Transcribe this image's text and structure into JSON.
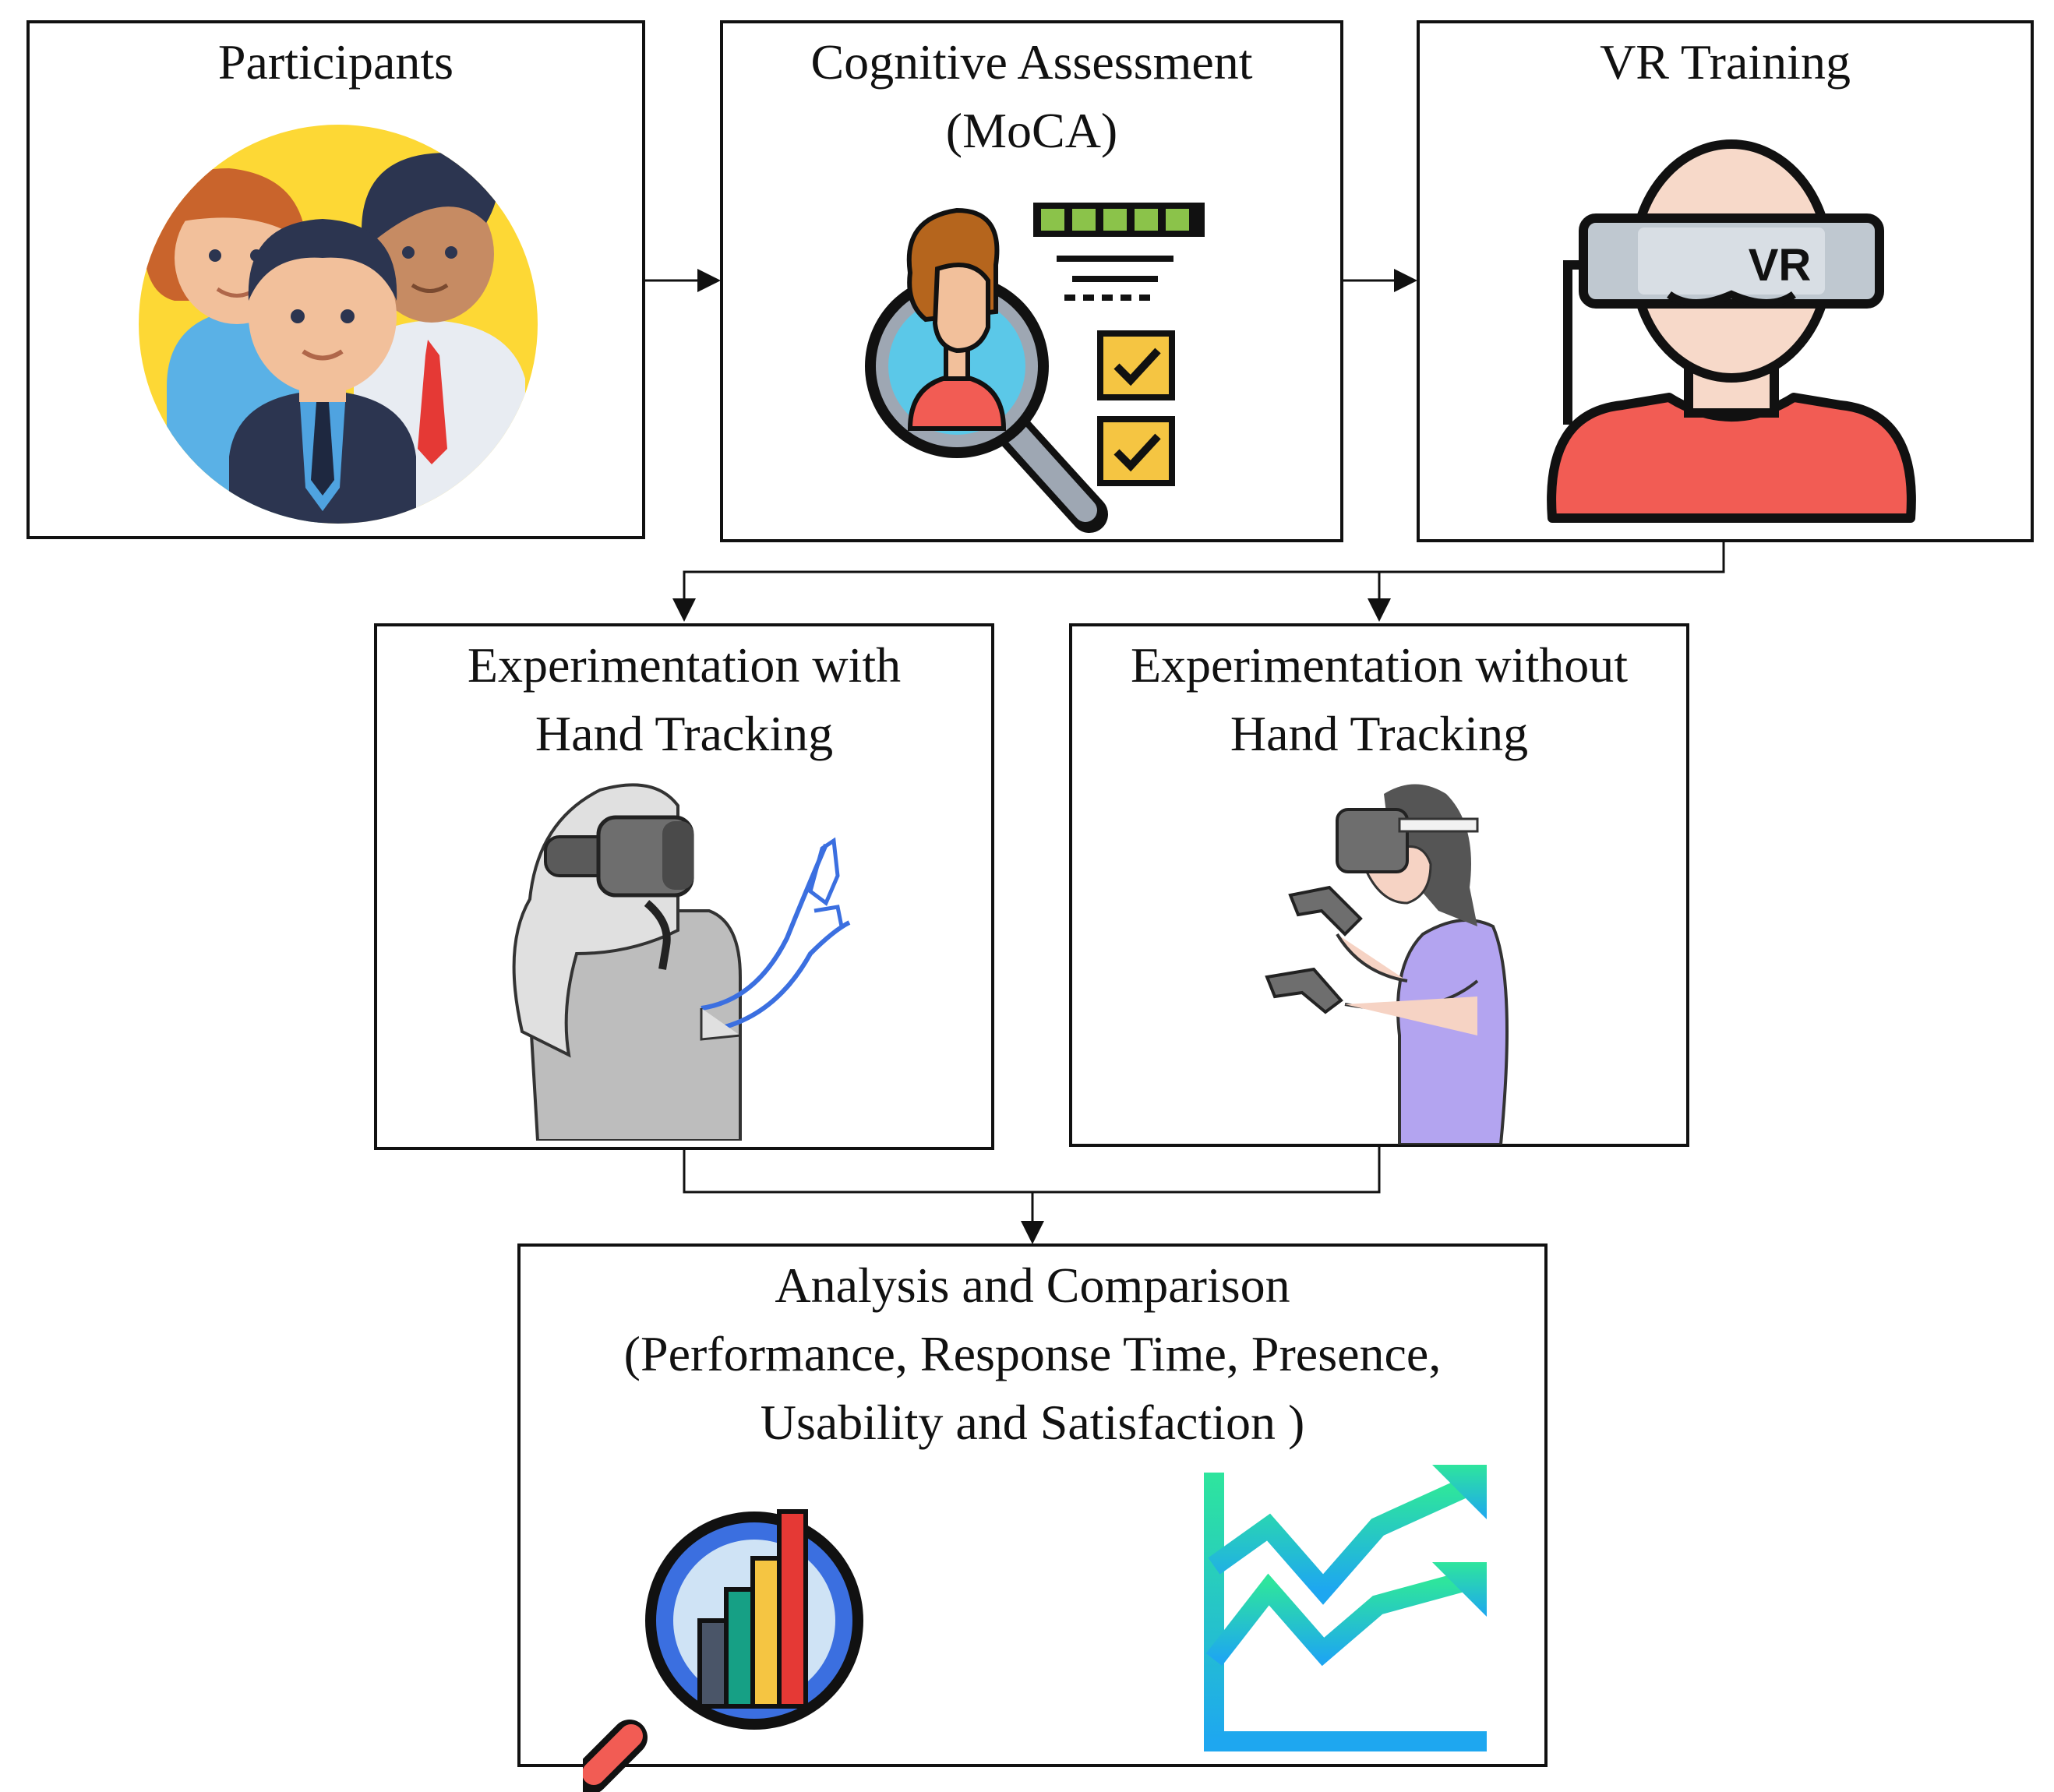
{
  "diagram": {
    "nodes": {
      "participants": {
        "lines": [
          "Participants"
        ]
      },
      "cognitive": {
        "lines": [
          "Cognitive Assessment",
          "(MoCA)"
        ]
      },
      "vr_training": {
        "lines": [
          "VR Training"
        ]
      },
      "with_ht": {
        "lines": [
          "Experimentation with",
          "Hand Tracking"
        ]
      },
      "without_ht": {
        "lines": [
          "Experimentation without",
          "Hand Tracking"
        ]
      },
      "analysis": {
        "lines": [
          "Analysis and Comparison",
          "(Performance, Response Time, Presence,",
          "Usability and Satisfaction )"
        ]
      }
    },
    "icons": {
      "vr_headset_label": "VR"
    },
    "edges": [
      {
        "from": "participants",
        "to": "cognitive"
      },
      {
        "from": "cognitive",
        "to": "vr_training"
      },
      {
        "from": "vr_training",
        "to": "with_ht"
      },
      {
        "from": "vr_training",
        "to": "without_ht"
      },
      {
        "from": "with_ht",
        "to": "analysis"
      },
      {
        "from": "without_ht",
        "to": "analysis"
      }
    ],
    "colors": {
      "border": "#111111",
      "participants_bg": "#FDD835",
      "shirt_red": "#F25C54",
      "check_yellow": "#F5C542",
      "progress_green": "#8BC34A",
      "hand_blue": "#3B6FE0",
      "shirt_purple": "#B3A4F0",
      "gradient_top": "#2EE59D",
      "gradient_bottom": "#1EA7F0"
    }
  }
}
